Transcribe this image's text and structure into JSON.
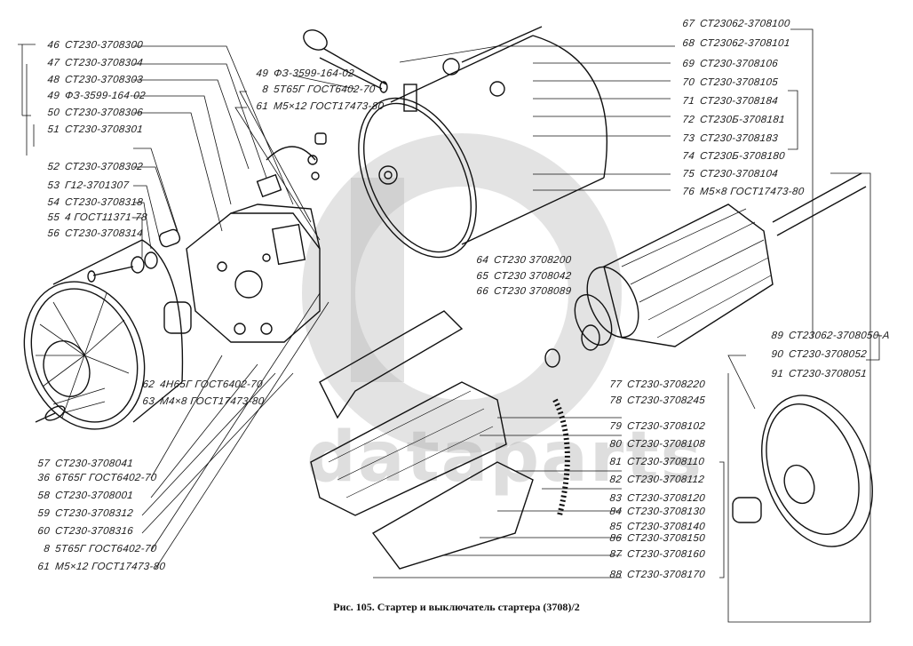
{
  "figure": {
    "caption": "Рис. 105. Стартер и выключатель стартера (3708)/2",
    "watermark": "dataparts",
    "type": "exploded-parts-diagram"
  },
  "labels_left_top": [
    {
      "num": "46",
      "part": "СТ230-3708300"
    },
    {
      "num": "47",
      "part": "СТ230-3708304"
    },
    {
      "num": "48",
      "part": "СТ230-3708303"
    },
    {
      "num": "49",
      "part": "ФЗ-3599-164-02"
    },
    {
      "num": "50",
      "part": "СТ230-3708306"
    },
    {
      "num": "51",
      "part": "СТ230-3708301"
    },
    {
      "num": "52",
      "part": "СТ230-3708302"
    },
    {
      "num": "53",
      "part": "Г12-3701307"
    },
    {
      "num": "54",
      "part": "СТ230-3708318"
    },
    {
      "num": "55",
      "part": "4 ГОСТ11371-78"
    },
    {
      "num": "56",
      "part": "СТ230-3708314"
    }
  ],
  "labels_center_top": [
    {
      "num": "49",
      "part": "ФЗ-3599-164-02"
    },
    {
      "num": "8",
      "part": "5Т65Г ГОСТ6402-70"
    },
    {
      "num": "61",
      "part": "М5×12 ГОСТ17473-80"
    }
  ],
  "labels_right_top": [
    {
      "num": "67",
      "part": "СТ23062-3708100"
    },
    {
      "num": "68",
      "part": "СТ23062-3708101"
    },
    {
      "num": "69",
      "part": "СТ230-3708106"
    },
    {
      "num": "70",
      "part": "СТ230-3708105"
    },
    {
      "num": "71",
      "part": "СТ230-3708184"
    },
    {
      "num": "72",
      "part": "СТ230Б-3708181"
    },
    {
      "num": "73",
      "part": "СТ230-3708183"
    },
    {
      "num": "74",
      "part": "СТ230Б-3708180"
    },
    {
      "num": "75",
      "part": "СТ230-3708104"
    },
    {
      "num": "76",
      "part": "М5×8 ГОСТ17473-80"
    }
  ],
  "labels_center_mid": [
    {
      "num": "64",
      "part": "СТ230 3708200"
    },
    {
      "num": "65",
      "part": "СТ230 3708042"
    },
    {
      "num": "66",
      "part": "СТ230 3708089"
    }
  ],
  "labels_right_mid": [
    {
      "num": "89",
      "part": "СТ23062-3708050-А"
    },
    {
      "num": "90",
      "part": "СТ230-3708052"
    },
    {
      "num": "91",
      "part": "СТ230-3708051"
    }
  ],
  "labels_right_bottom": [
    {
      "num": "77",
      "part": "СТ230-3708220"
    },
    {
      "num": "78",
      "part": "СТ230-3708245"
    },
    {
      "num": "79",
      "part": "СТ230-3708102"
    },
    {
      "num": "80",
      "part": "СТ230-3708108"
    },
    {
      "num": "81",
      "part": "СТ230-3708110"
    },
    {
      "num": "82",
      "part": "СТ230-3708112"
    },
    {
      "num": "83",
      "part": "СТ230-3708120"
    },
    {
      "num": "84",
      "part": "СТ230-3708130"
    },
    {
      "num": "85",
      "part": "СТ230-3708140"
    },
    {
      "num": "86",
      "part": "СТ230-3708150"
    },
    {
      "num": "87",
      "part": "СТ230-3708160"
    },
    {
      "num": "88",
      "part": "СТ230-3708170"
    }
  ],
  "labels_left_mid": [
    {
      "num": "62",
      "part": "4Н65Г ГОСТ6402-70"
    },
    {
      "num": "63",
      "part": "М4×8 ГОСТ17473-80"
    }
  ],
  "labels_left_bottom": [
    {
      "num": "57",
      "part": "СТ230-3708041"
    },
    {
      "num": "36",
      "part": "6Т65Г ГОСТ6402-70"
    },
    {
      "num": "58",
      "part": "СТ230-3708001"
    },
    {
      "num": "59",
      "part": "СТ230-3708312"
    },
    {
      "num": "60",
      "part": "СТ230-3708316"
    },
    {
      "num": "8",
      "part": "5Т65Г ГОСТ6402-70"
    },
    {
      "num": "61",
      "part": "М5×12 ГОСТ17473-80"
    }
  ]
}
